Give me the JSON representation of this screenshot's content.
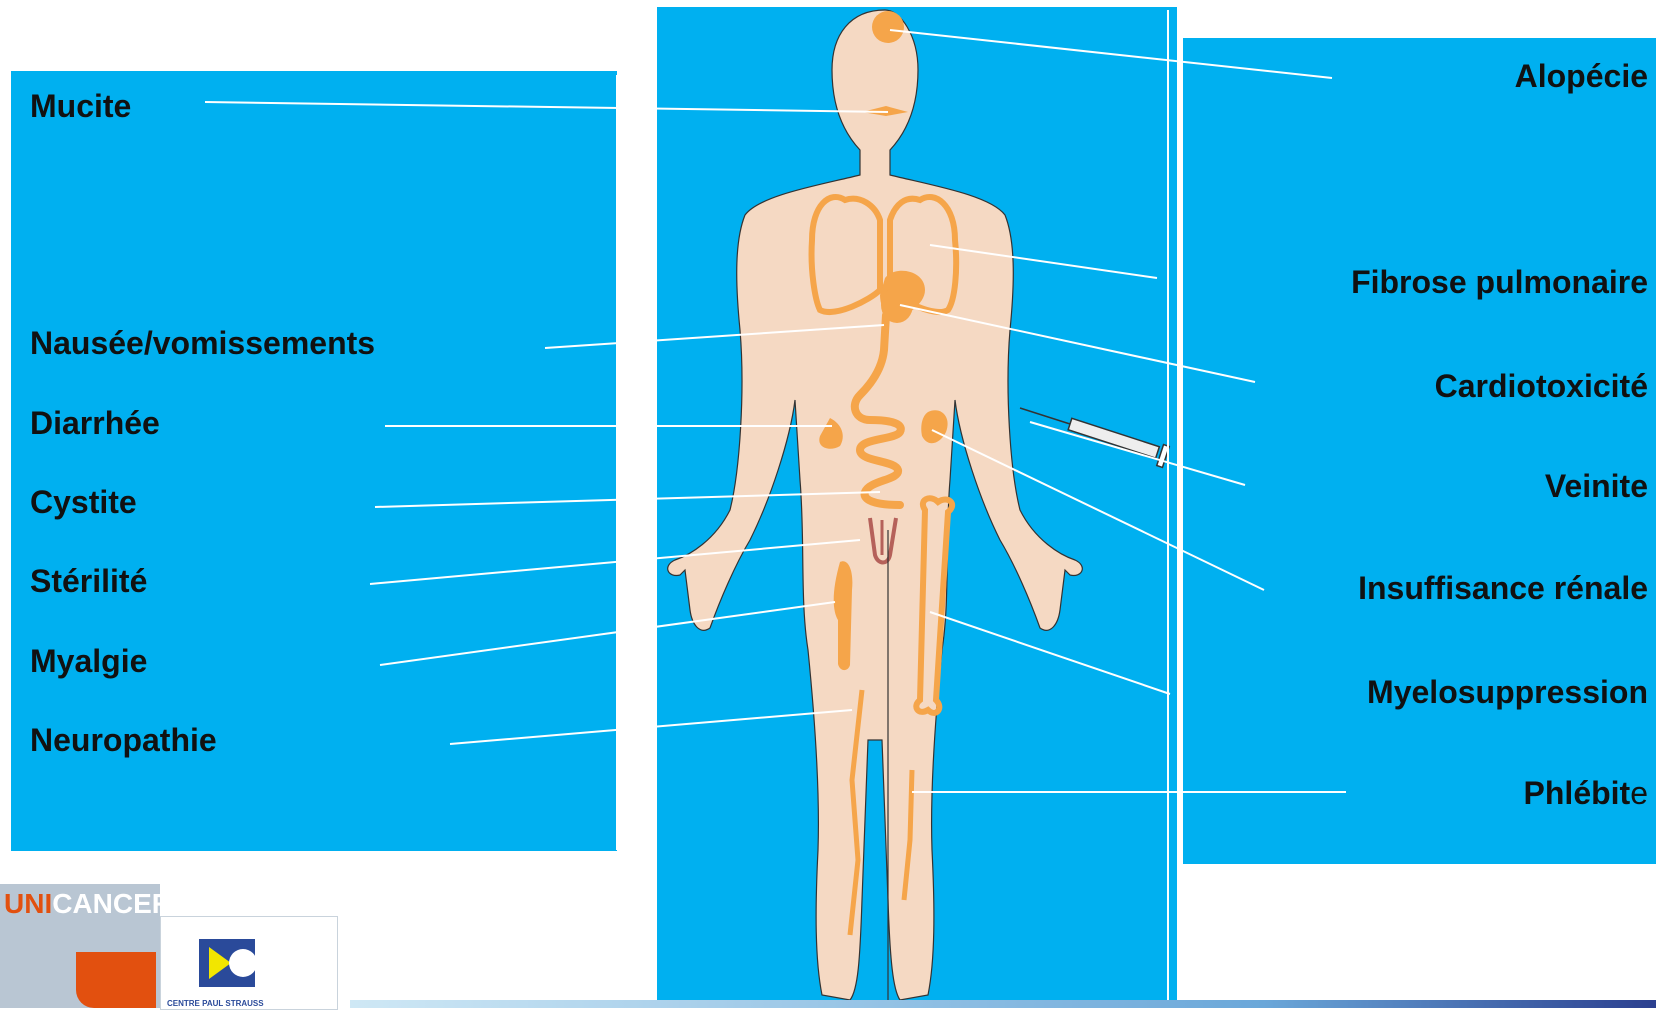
{
  "labels": {
    "left": [
      "Mucite",
      "Nausée/vomissements",
      "Diarrhée",
      "Cystite",
      "Stérilité",
      "Myalgie",
      "Neuropathie"
    ],
    "right": [
      "Alopécie",
      "Fibrose  pulmonaire",
      "Cardiotoxicité",
      "Veinite",
      "Insuffisance rénale",
      "Myelosuppression",
      "Phlébit"
    ],
    "right_last_suffix": "e"
  },
  "logos": {
    "unicancer_uni": "UNI",
    "unicancer_cancer": "CANCER",
    "centre_text": "CENTRE PAUL STRAUSS"
  },
  "colors": {
    "panel": "#00b0f0",
    "body": "#f5d9c3",
    "organ": "#f5a54a",
    "line": "#ffffff"
  }
}
